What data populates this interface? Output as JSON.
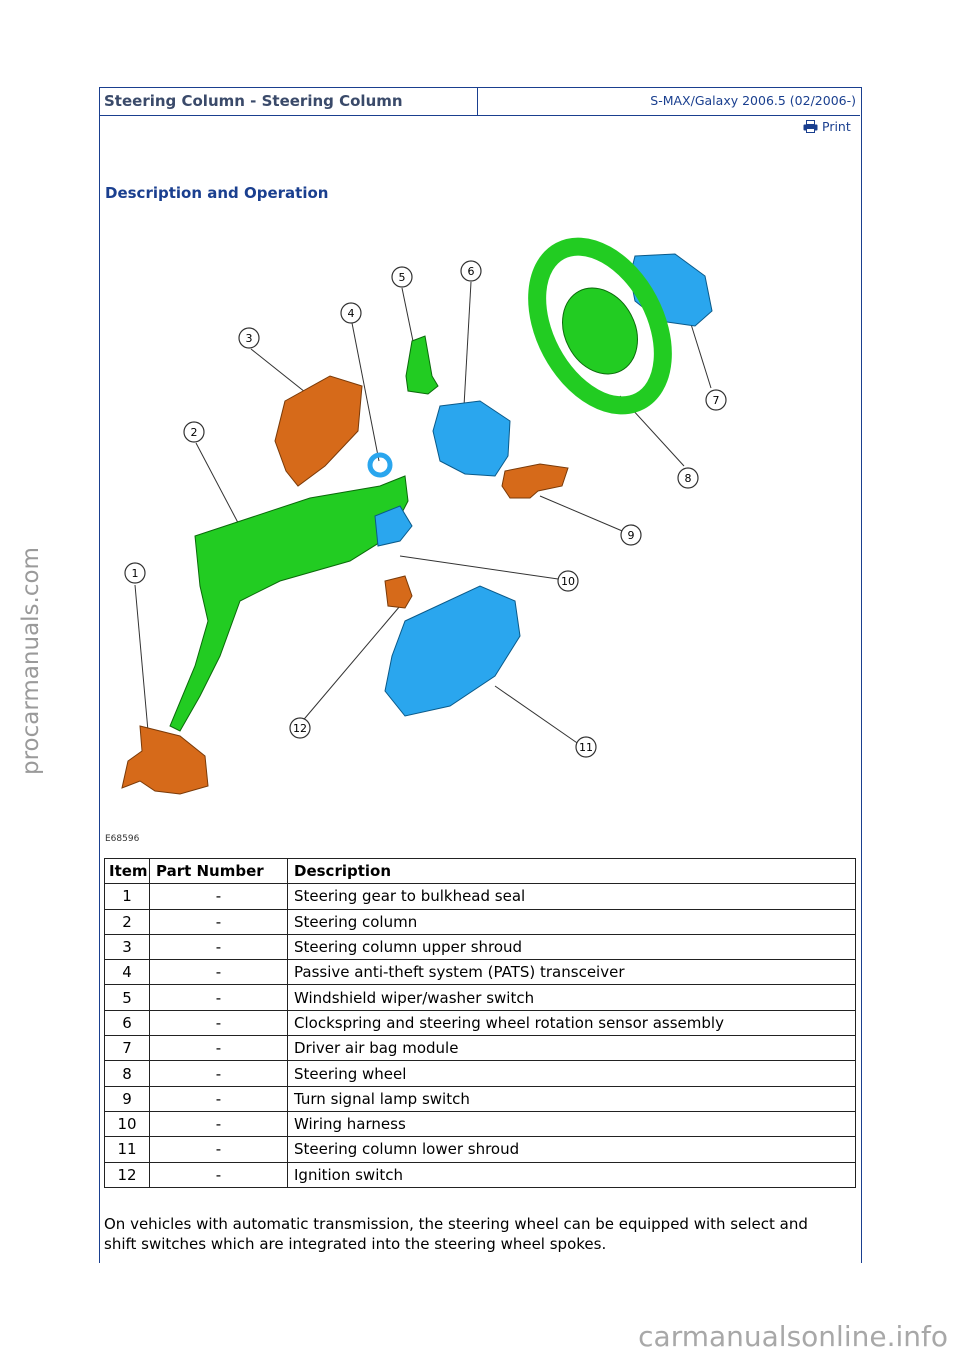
{
  "header": {
    "title": "Steering Column - Steering Column",
    "model": "S-MAX/Galaxy 2006.5 (02/2006-)"
  },
  "print_label": "Print",
  "section_title": "Description and Operation",
  "figure": {
    "id": "E68596",
    "callouts": [
      "1",
      "2",
      "3",
      "4",
      "5",
      "6",
      "7",
      "8",
      "9",
      "10",
      "11",
      "12"
    ],
    "colors": {
      "green": "#22cc22",
      "orange": "#d66a1a",
      "blue": "#2aa6ee"
    }
  },
  "table": {
    "headers": [
      "Item",
      "Part Number",
      "Description"
    ],
    "rows": [
      [
        "1",
        "-",
        "Steering gear to bulkhead seal"
      ],
      [
        "2",
        "-",
        "Steering column"
      ],
      [
        "3",
        "-",
        "Steering column upper shroud"
      ],
      [
        "4",
        "-",
        "Passive anti-theft system (PATS) transceiver"
      ],
      [
        "5",
        "-",
        "Windshield wiper/washer switch"
      ],
      [
        "6",
        "-",
        "Clockspring and steering wheel rotation sensor assembly"
      ],
      [
        "7",
        "-",
        "Driver air bag module"
      ],
      [
        "8",
        "-",
        "Steering wheel"
      ],
      [
        "9",
        "-",
        "Turn signal lamp switch"
      ],
      [
        "10",
        "-",
        "Wiring harness"
      ],
      [
        "11",
        "-",
        "Steering column lower shroud"
      ],
      [
        "12",
        "-",
        "Ignition switch"
      ]
    ]
  },
  "note": "On vehicles with automatic transmission, the steering wheel can be equipped with select and shift switches which are integrated into the steering wheel spokes.",
  "watermarks": {
    "left": "procarmanuals.com",
    "bottom": "carmanualsonline.info"
  }
}
